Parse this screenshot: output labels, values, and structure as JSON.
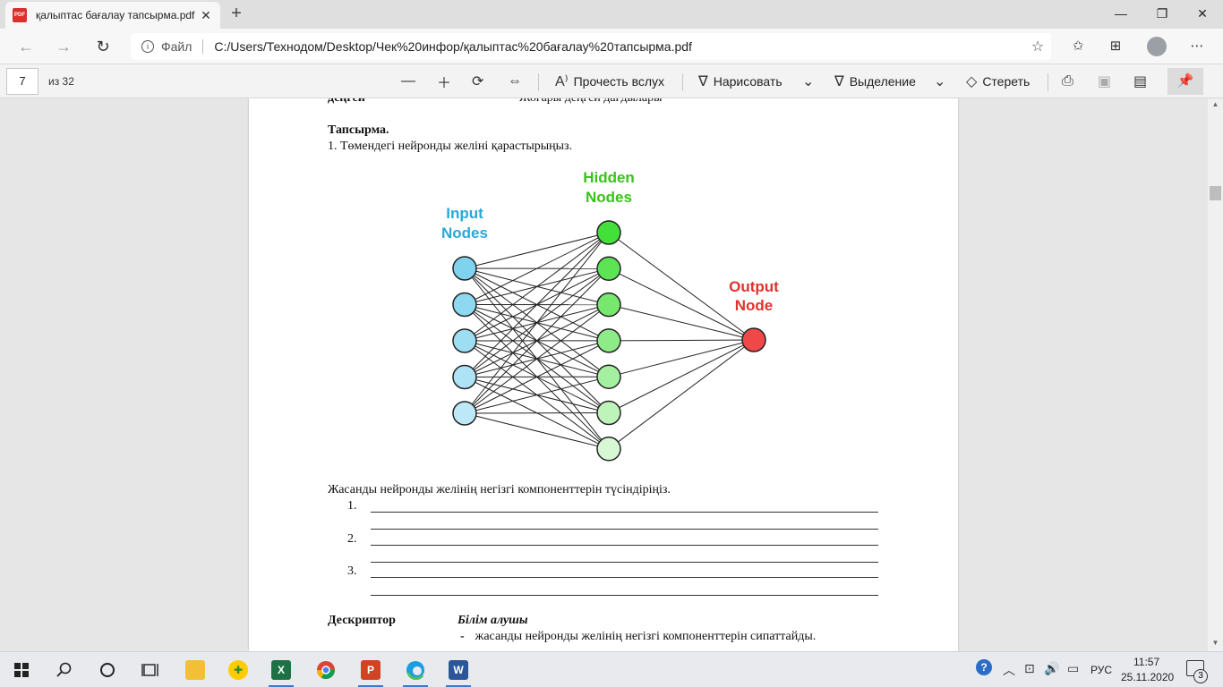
{
  "browser": {
    "tab_title": "қалыптас бағалау тапсырма.pdf",
    "tab_icon_label": "PDF",
    "new_tab_label": "+",
    "scheme_label": "Файл",
    "url": "C:/Users/Технодом/Desktop/Чек%20инфор/қалыптас%20бағалау%20тапсырма.pdf"
  },
  "pdf_toolbar": {
    "page_number": "7",
    "page_total": "из 32",
    "read_aloud": "Прочесть вслух",
    "draw": "Нарисовать",
    "highlight": "Выделение",
    "erase": "Стереть"
  },
  "document": {
    "cut_left": "деңгей",
    "cut_right": "Жоғары деңгей дағдылары",
    "task_heading": "Тапсырма.",
    "task_text": "1. Төмендегі нейронды желіні қарастырыңыз.",
    "diagram": {
      "input_label_line1": "Input",
      "input_label_line2": "Nodes",
      "hidden_label_line1": "Hidden",
      "hidden_label_line2": "Nodes",
      "output_label_line1": "Output",
      "output_label_line2": "Node",
      "input_count": 5,
      "hidden_count": 7,
      "output_count": 1,
      "input_color": "#7fd3ef",
      "hidden_color": "#44e03a",
      "output_color": "#f04848",
      "input_label_color": "#29a8d9",
      "hidden_label_color": "#39c219",
      "output_label_color": "#e0322e"
    },
    "explain_text": "Жасанды нейронды желінің негізгі компоненттерін түсіндіріңіз.",
    "answers": [
      "1.",
      "2.",
      "3."
    ],
    "descriptor_label": "Дескриптор",
    "learner_label": "Білім алушы",
    "bullet_dash": "-",
    "bullet_text": "жасанды нейронды желінің негізгі компоненттерін сипаттайды."
  },
  "taskbar": {
    "lang": "РУС",
    "time": "11:57",
    "date": "25.11.2020",
    "notifications": "3"
  }
}
